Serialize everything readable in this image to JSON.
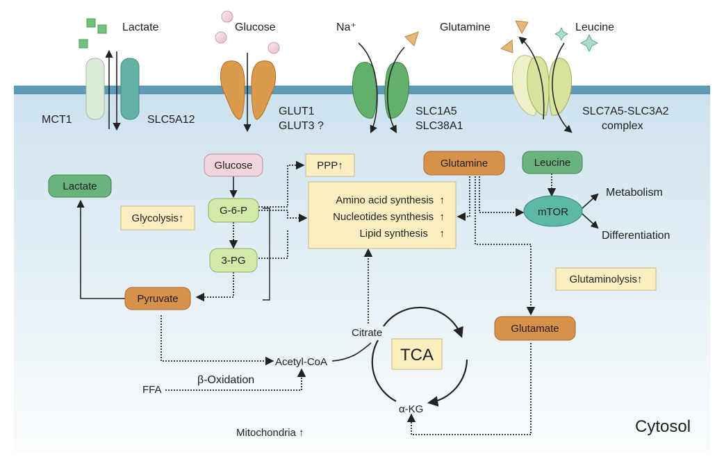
{
  "transporters": {
    "lactate_label": "Lactate",
    "glucose_label": "Glucose",
    "na_label": "Na⁺",
    "glutamine_label": "Glutamine",
    "leucine_label": "Leucine",
    "mct1": "MCT1",
    "slc5a12": "SLC5A12",
    "glut1": "GLUT1",
    "glut3": "GLUT3 ?",
    "slc1a5": "SLC1A5",
    "slc38a1": "SLC38A1",
    "slc7a5": "SLC7A5-SLC3A2",
    "complex": "complex"
  },
  "nodes": {
    "glucose": "Glucose",
    "g6p": "G-6-P",
    "pg3": "3-PG",
    "pyruvate": "Pyruvate",
    "lactate": "Lactate",
    "glutamine": "Glutamine",
    "leucine": "Leucine",
    "mtor": "mTOR",
    "glutamate": "Glutamate"
  },
  "boxes": {
    "glycolysis": "Glycolysis↑",
    "ppp": "PPP↑",
    "amino": "Amino acid synthesis  ↑",
    "nucleotides": "Nucleotides synthesis  ↑",
    "lipid": "Lipid synthesis    ↑",
    "glutaminolysis": "Glutaminolysis↑",
    "tca": "TCA"
  },
  "labels": {
    "metabolism": "Metabolism",
    "differentiation": "Differentiation",
    "citrate": "Citrate",
    "acetyl_coa": "Acetyl-CoA",
    "akg": "α-KG",
    "ffa": "FFA",
    "beta_oxidation": "β-Oxidation",
    "mitochondria": "Mitochondria ↑",
    "cytosol": "Cytosol"
  },
  "colors": {
    "membrane": "#5e9bb8",
    "cytosol_top": "#cfe3ef",
    "cytosol_bottom": "#fbfdfe",
    "green_node": "#6ab37c",
    "orange_node": "#d8914a",
    "pink_node": "#f2d3e0",
    "lightgreen_node": "#d3e9a8",
    "teal_node": "#5ab8a4",
    "yellow_box": "#fbefc2"
  }
}
